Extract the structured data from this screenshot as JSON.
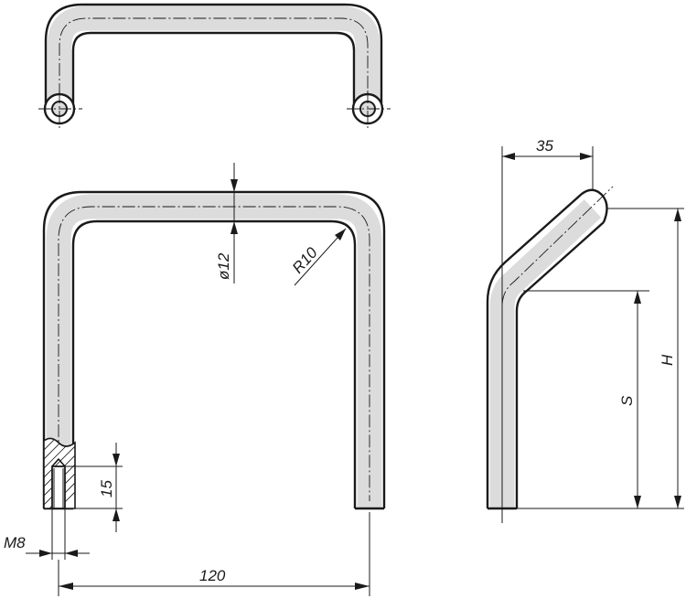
{
  "title": "",
  "labels": {
    "diameter": "ø12",
    "radius": "R10",
    "width": "120",
    "offset": "35",
    "thread": "M8",
    "thread_depth": "15",
    "height": "H",
    "spacing": "S"
  }
}
